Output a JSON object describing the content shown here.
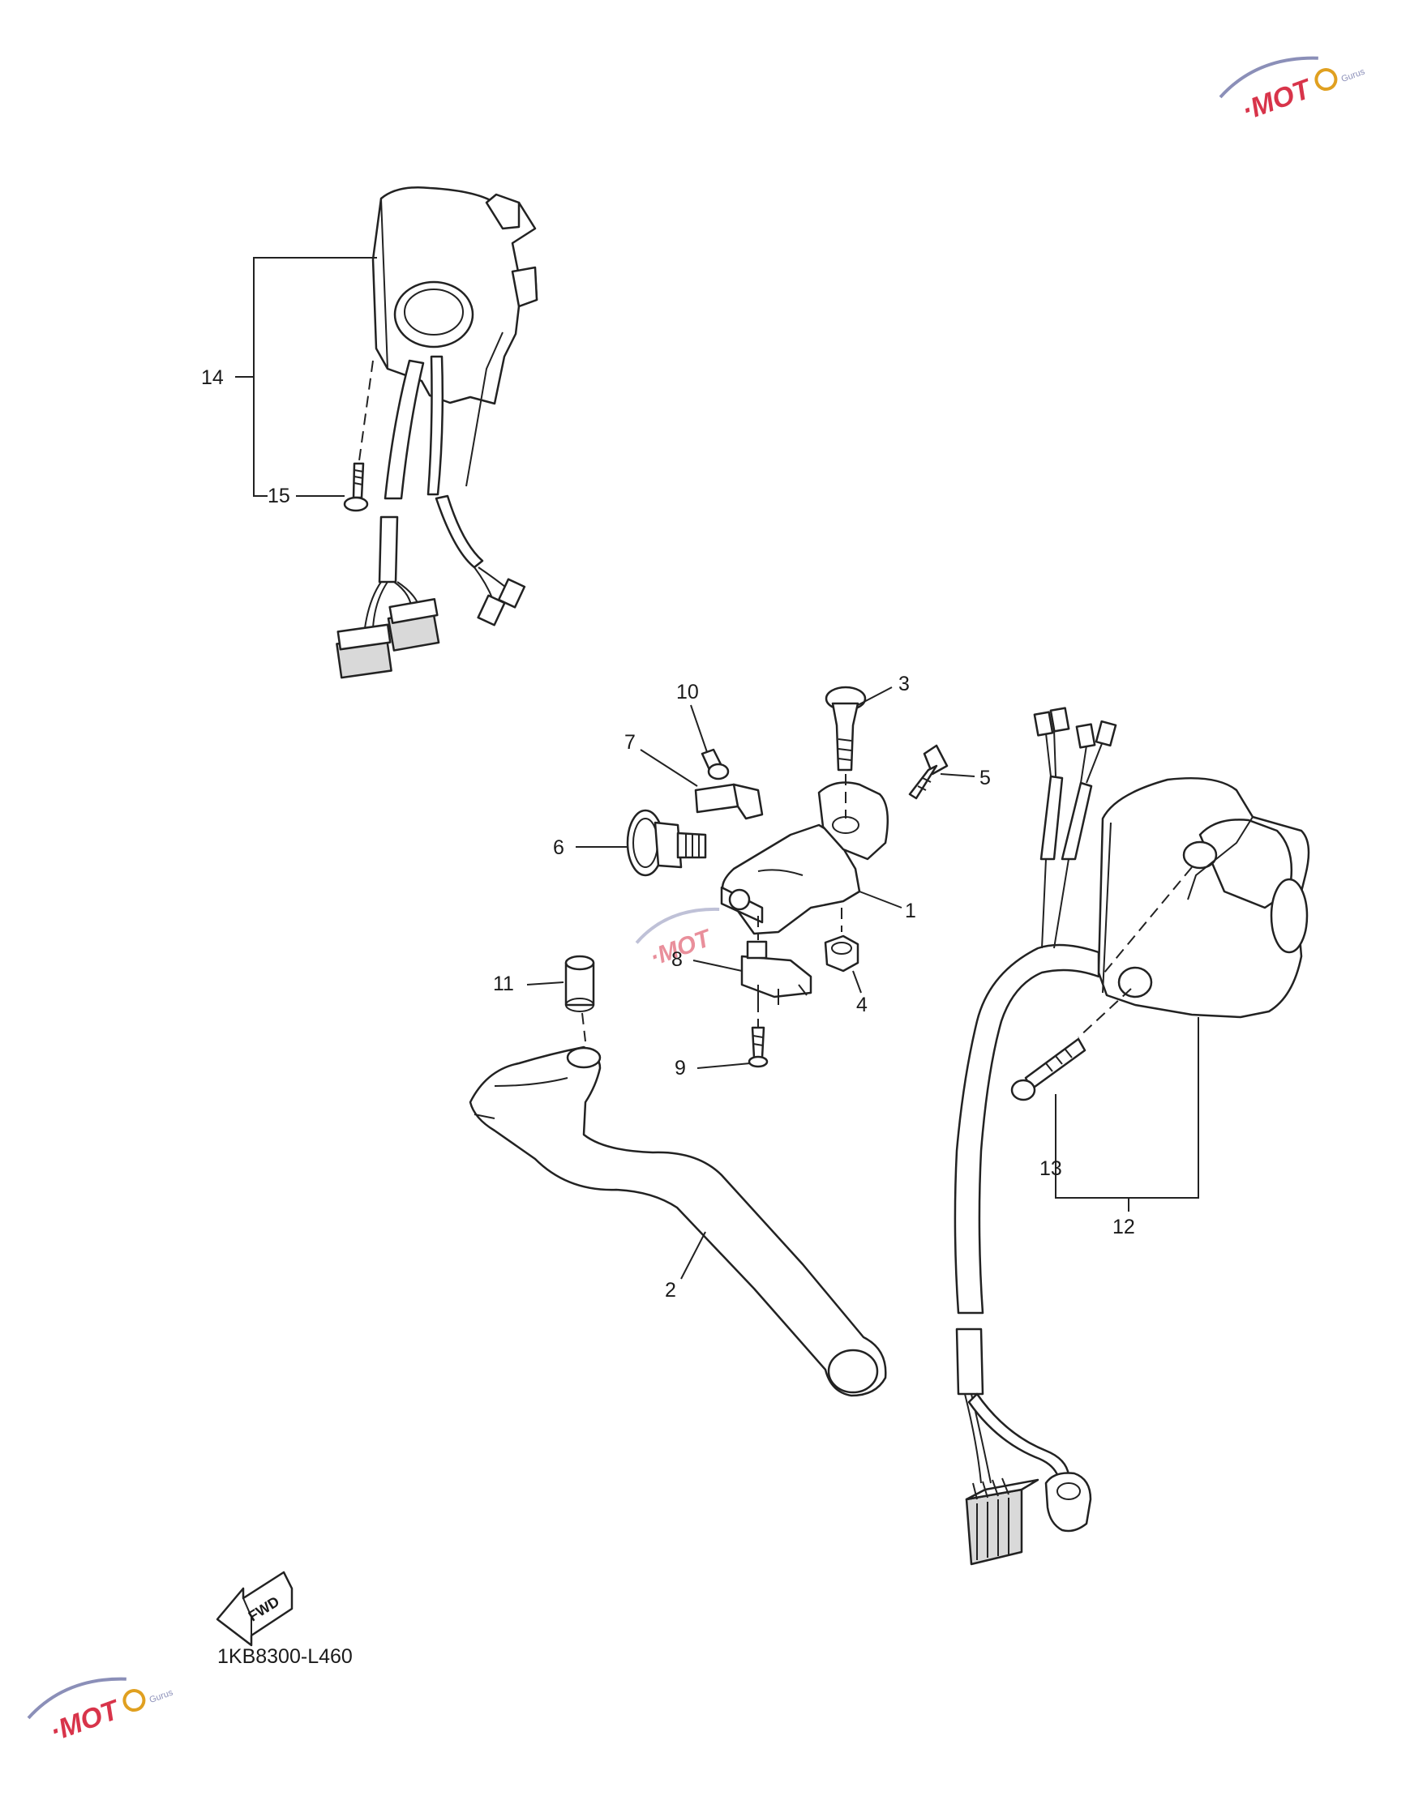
{
  "labels": [
    {
      "id": "1",
      "text": "1"
    },
    {
      "id": "2",
      "text": "2"
    },
    {
      "id": "3",
      "text": "3"
    },
    {
      "id": "4",
      "text": "4"
    },
    {
      "id": "5",
      "text": "5"
    },
    {
      "id": "6",
      "text": "6"
    },
    {
      "id": "7",
      "text": "7"
    },
    {
      "id": "8",
      "text": "8"
    },
    {
      "id": "9",
      "text": "9"
    },
    {
      "id": "10",
      "text": "10"
    },
    {
      "id": "11",
      "text": "11"
    },
    {
      "id": "12",
      "text": "12"
    },
    {
      "id": "13",
      "text": "13"
    },
    {
      "id": "14",
      "text": "14"
    },
    {
      "id": "15",
      "text": "15"
    }
  ],
  "fwd_label": "FWD",
  "diagram_code": "1KB8300-L460",
  "watermark": {
    "text": "MOTO",
    "sub": "Gurus",
    "color": "#d8344a"
  }
}
